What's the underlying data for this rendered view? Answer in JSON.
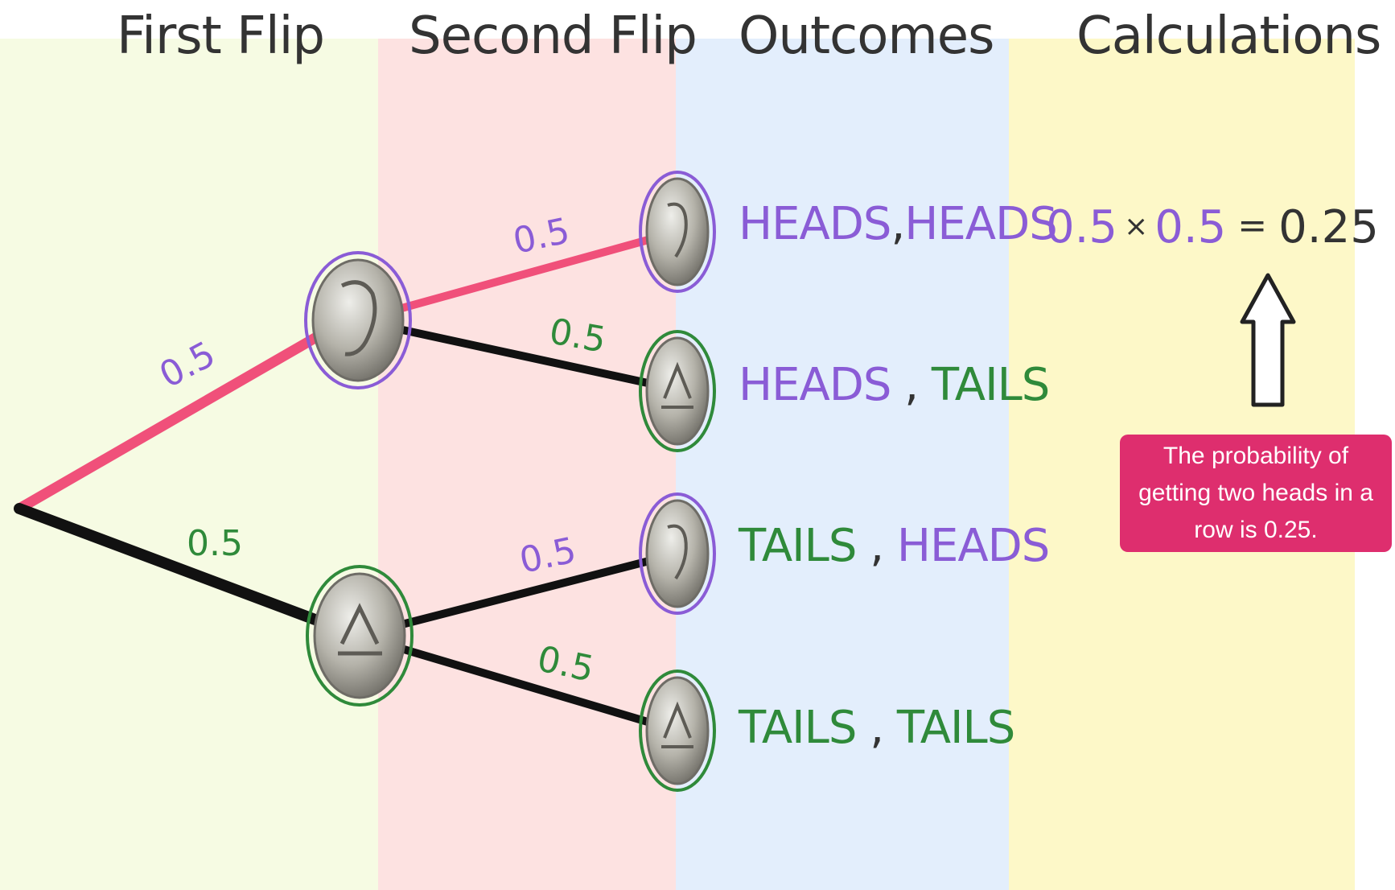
{
  "headers": {
    "first_flip": "First Flip",
    "second_flip": "Second Flip",
    "outcomes": "Outcomes",
    "calculations": "Calculations"
  },
  "probabilities": {
    "first_heads": "0.5",
    "first_tails": "0.5",
    "hh": "0.5",
    "ht": "0.5",
    "th": "0.5",
    "tt": "0.5"
  },
  "outcomes": [
    {
      "first": "HEADS",
      "sep": ",",
      "second": "HEADS"
    },
    {
      "first": "HEADS",
      "sep": ",",
      "second": "TAILS"
    },
    {
      "first": "TAILS",
      "sep": ",",
      "second": "HEADS"
    },
    {
      "first": "TAILS",
      "sep": ",",
      "second": "TAILS"
    }
  ],
  "calculation": {
    "a": "0.5",
    "op": "×",
    "b": "0.5",
    "eq": "=",
    "result": "0.25"
  },
  "callout": "The probability of getting two heads in a row is 0.25.",
  "colors": {
    "heads": "#8a5cd6",
    "tails": "#2f8a3a",
    "highlight_path": "#f0507a",
    "callout_bg": "#de2e6e"
  }
}
